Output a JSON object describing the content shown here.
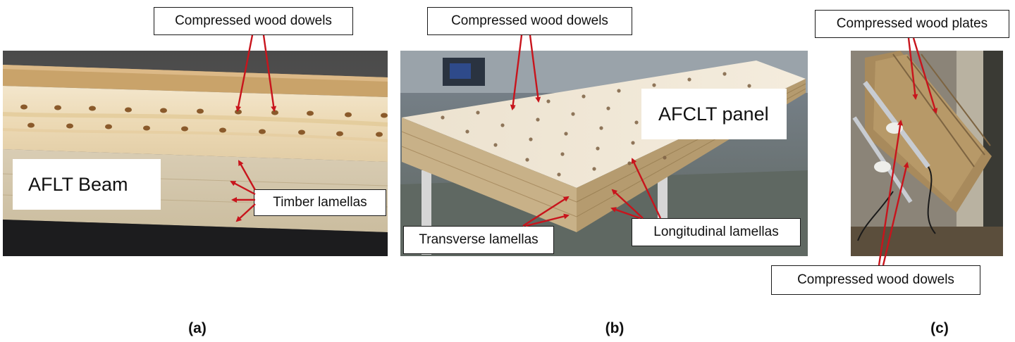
{
  "panels": [
    {
      "caption": "(a)",
      "main_label": "AFLT Beam",
      "labels": [
        "Compressed wood dowels",
        "Timber lamellas"
      ]
    },
    {
      "caption": "(b)",
      "main_label": "AFCLT panel",
      "labels": [
        "Compressed wood dowels",
        "Transverse lamellas",
        "Longitudinal lamellas"
      ]
    },
    {
      "caption": "(c)",
      "labels": [
        "Compressed wood plates",
        "Compressed wood dowels"
      ]
    }
  ],
  "colors": {
    "arrow": "#c8141c",
    "wood": "#e6d3b0",
    "dowel": "#8a5a2b"
  }
}
